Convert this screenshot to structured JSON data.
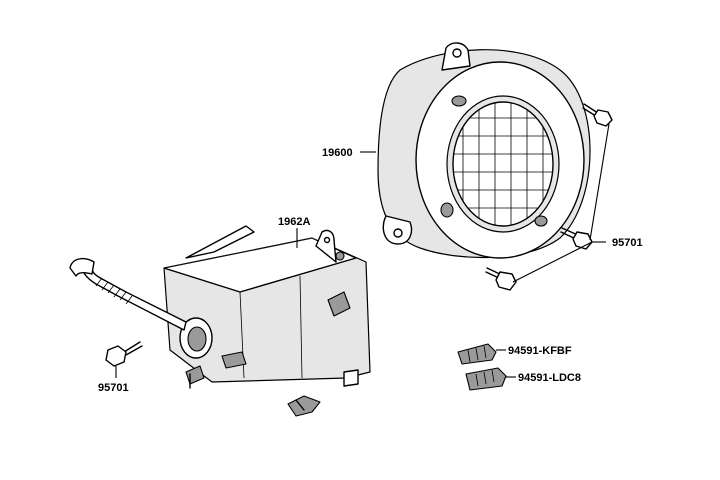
{
  "parts": {
    "fan_cover": "19600",
    "shroud": "1962A",
    "bolt_right": "95701",
    "bolt_left": "95701",
    "clip_upper": "94591-KFBF",
    "clip_lower": "94591-LDC8"
  }
}
